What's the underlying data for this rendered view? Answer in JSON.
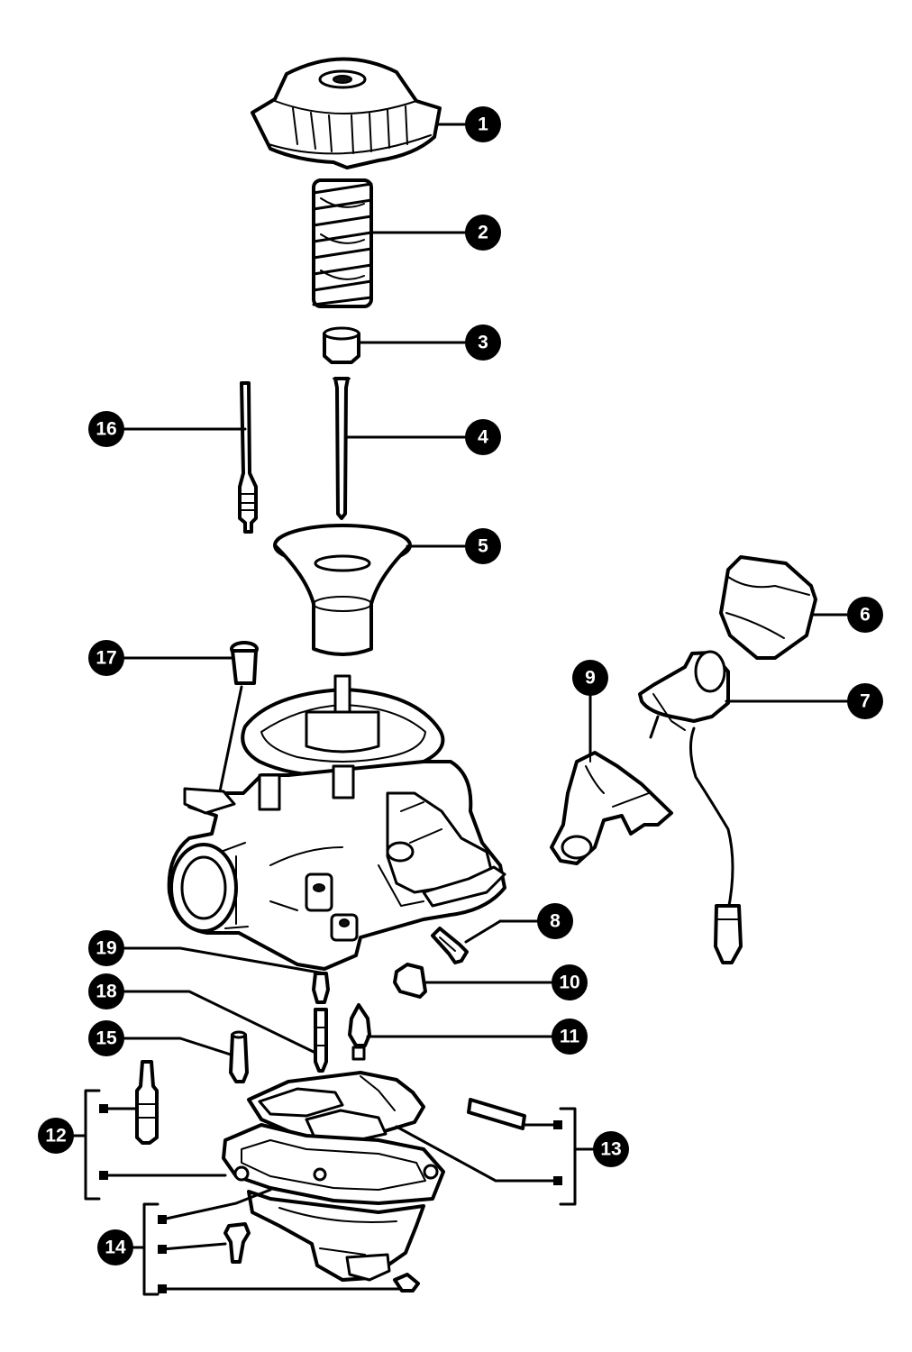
{
  "callouts": [
    {
      "id": "1",
      "label": "1"
    },
    {
      "id": "2",
      "label": "2"
    },
    {
      "id": "3",
      "label": "3"
    },
    {
      "id": "4",
      "label": "4"
    },
    {
      "id": "5",
      "label": "5"
    },
    {
      "id": "6",
      "label": "6"
    },
    {
      "id": "7",
      "label": "7"
    },
    {
      "id": "8",
      "label": "8"
    },
    {
      "id": "9",
      "label": "9"
    },
    {
      "id": "10",
      "label": "10"
    },
    {
      "id": "11",
      "label": "11"
    },
    {
      "id": "12",
      "label": "12"
    },
    {
      "id": "13",
      "label": "13"
    },
    {
      "id": "14",
      "label": "14"
    },
    {
      "id": "15",
      "label": "15"
    },
    {
      "id": "16",
      "label": "16"
    },
    {
      "id": "17",
      "label": "17"
    },
    {
      "id": "18",
      "label": "18"
    },
    {
      "id": "19",
      "label": "19"
    }
  ],
  "colors": {
    "line": "#000000",
    "background": "#ffffff",
    "callout_fill": "#000000",
    "callout_text": "#ffffff"
  }
}
